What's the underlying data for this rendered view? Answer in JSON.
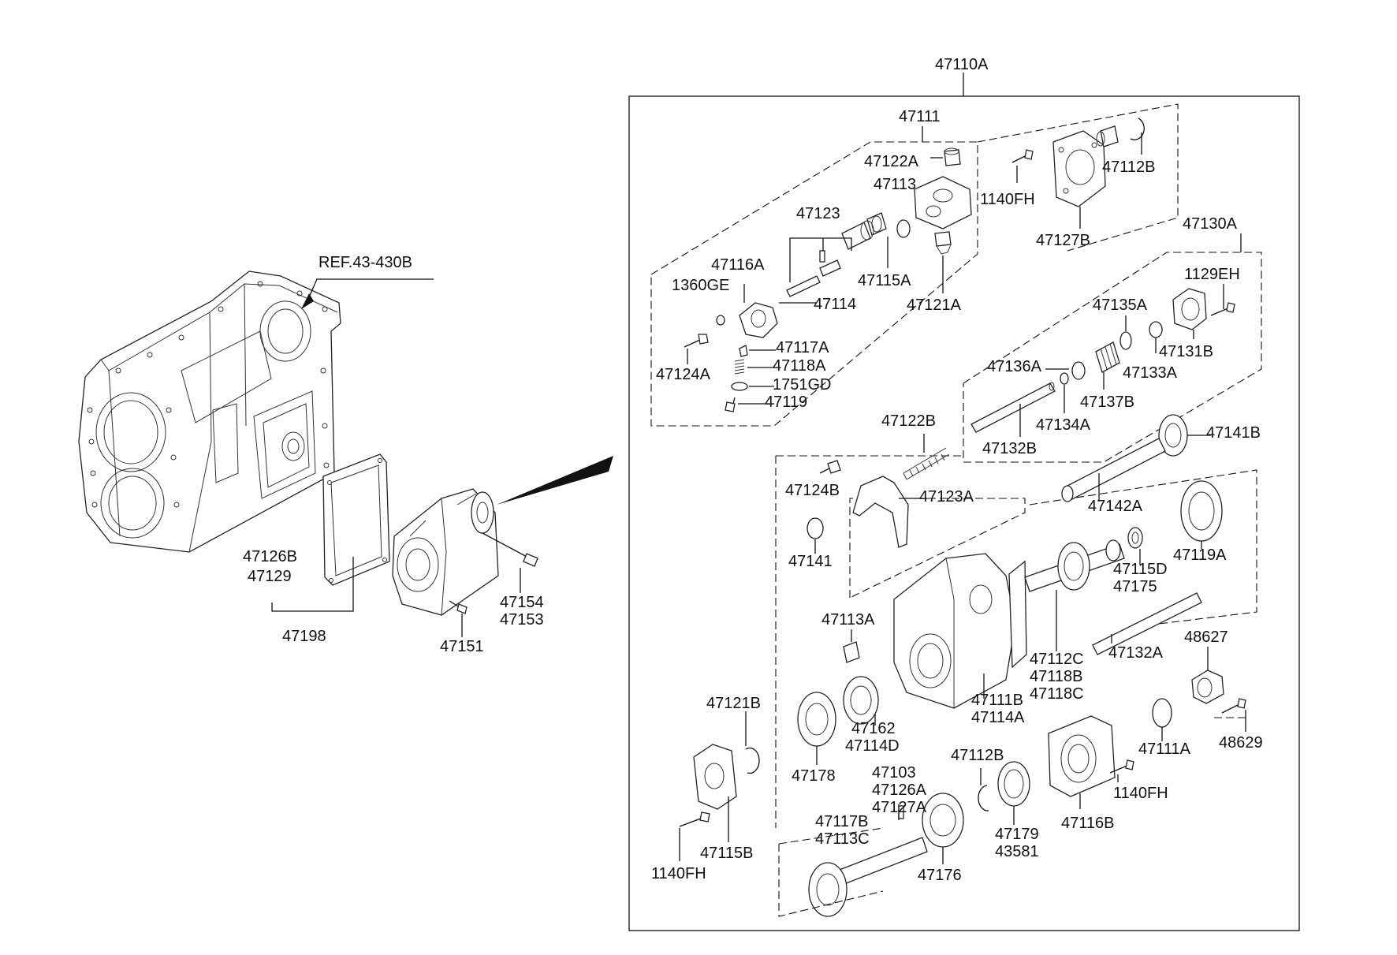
{
  "labels": {
    "ref_430b": "REF.43-430B",
    "p47126b": "47126B",
    "p47129": "47129",
    "p47198": "47198",
    "p47154": "47154",
    "p47153": "47153",
    "p47151": "47151",
    "p47110a": "47110A",
    "p47111": "47111",
    "p47122a": "47122A",
    "p47113": "47113",
    "p47123": "47123",
    "p47116a": "47116A",
    "p1360ge": "1360GE",
    "p47115a": "47115A",
    "p47114": "47114",
    "p47121a": "47121A",
    "p47117a": "47117A",
    "p47118a": "47118A",
    "p47124a": "47124A",
    "p1751gd": "1751GD",
    "p47119": "47119",
    "p1140fh_top": "1140FH",
    "p47112b_top": "47112B",
    "p47127b": "47127B",
    "p47130a": "47130A",
    "p1129eh": "1129EH",
    "p47135a": "47135A",
    "p47131b": "47131B",
    "p47136a": "47136A",
    "p47133a": "47133A",
    "p47137b": "47137B",
    "p47134a": "47134A",
    "p47132b": "47132B",
    "p47141b": "47141B",
    "p47122b": "47122B",
    "p47124b": "47124B",
    "p47123a": "47123A",
    "p47142a": "47142A",
    "p47141": "47141",
    "p47119a": "47119A",
    "p47115d": "47115D",
    "p47175": "47175",
    "p47113a": "47113A",
    "p48627": "48627",
    "p47132a": "47132A",
    "p47112c": "47112C",
    "p47118b": "47118B",
    "p47118c": "47118C",
    "p47121b": "47121B",
    "p47111b": "47111B",
    "p47114a": "47114A",
    "p47162": "47162",
    "p47114d": "47114D",
    "p47111a": "47111A",
    "p48629": "48629",
    "p47178": "47178",
    "p47112b_bot": "47112B",
    "p47103": "47103",
    "p47126a": "47126A",
    "p47127a": "47127A",
    "p1140fh_right": "1140FH",
    "p47116b": "47116B",
    "p47115b": "47115B",
    "p47117b": "47117B",
    "p47113c": "47113C",
    "p47179": "47179",
    "p43581": "43581",
    "p1140fh_left": "1140FH",
    "p47176": "47176"
  }
}
